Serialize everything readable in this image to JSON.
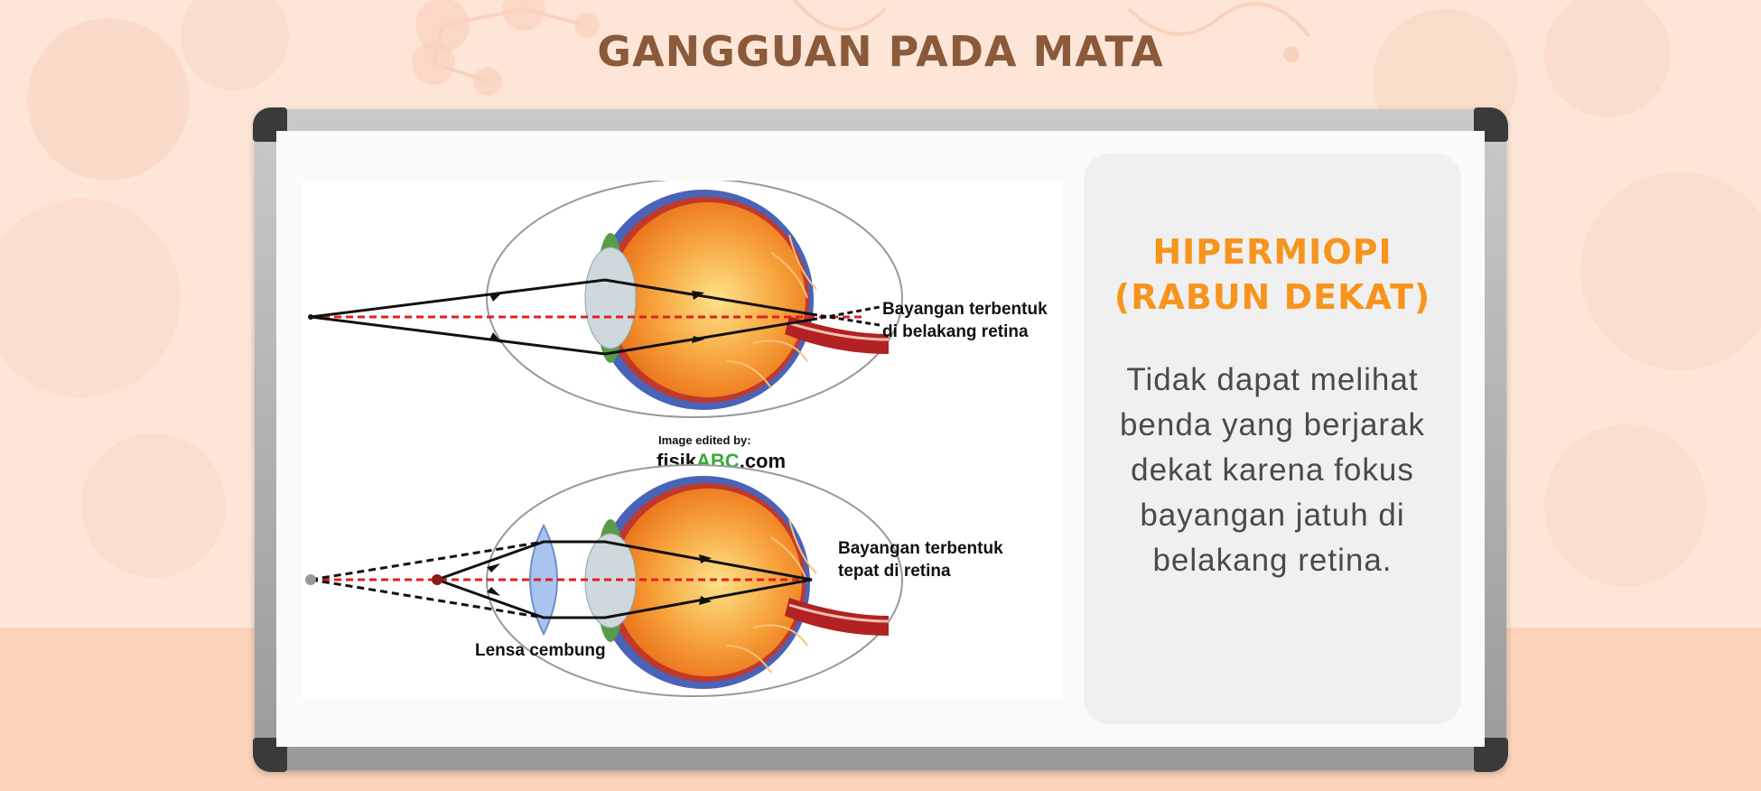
{
  "page": {
    "title": "GANGGUAN PADA MATA"
  },
  "diagram": {
    "top_label_line1": "Bayangan terbentuk",
    "top_label_line2": "di belakang retina",
    "credit_line": "Image edited by:",
    "credit_prefix": "fisik",
    "credit_brand": "ABC",
    "credit_suffix": ".com",
    "bottom_label_line1": "Bayangan terbentuk",
    "bottom_label_line2": "tepat di retina",
    "lens_label": "Lensa cembung"
  },
  "card": {
    "title_line1": "HIPERMIOPI",
    "title_line2": "(RABUN DEKAT)",
    "body": "Tidak dapat melihat benda yang berjarak dekat karena fokus bayangan jatuh di belakang retina."
  },
  "colors": {
    "title": "#8b5a3a",
    "accent": "#f7941d",
    "brand_green": "#3aaa35",
    "ray_red": "#e02020"
  }
}
